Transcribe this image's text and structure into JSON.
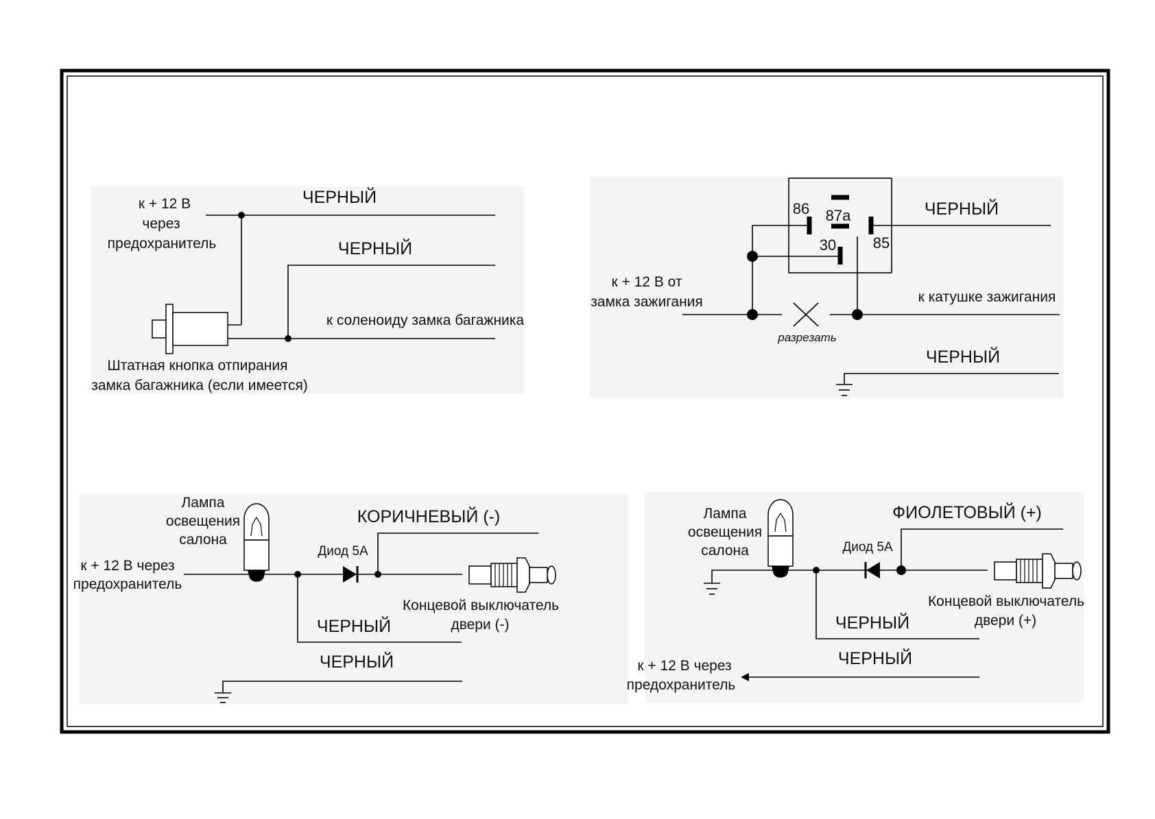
{
  "colors": {
    "border": "#000000",
    "panel": "#f4f4f4",
    "line": "#000000",
    "text": "#111111"
  },
  "icons": [
    "push-button-icon",
    "relay-icon",
    "cut-mark-icon",
    "ground-icon",
    "lamp-icon",
    "diode-icon",
    "door-switch-icon",
    "arrow-icon"
  ],
  "trunk": {
    "supply_lines": [
      "к + 12 В",
      "через",
      "предохранитель"
    ],
    "wire_top": "ЧЕРНЫЙ",
    "wire_mid": "ЧЕРНЫЙ",
    "solenoid": "к соленоиду замка багажника",
    "button_lines": [
      "Штатная кнопка отпирания",
      "замка багажника (если имеется)"
    ]
  },
  "relay": {
    "pins": {
      "p86": "86",
      "p87a": "87a",
      "p30": "30",
      "p85": "85"
    },
    "wire_top": "ЧЕРНЫЙ",
    "ignition_lines": [
      "к + 12 В от",
      "замка зажигания"
    ],
    "coil": "к катушке зажигания",
    "cut": "разрезать",
    "wire_ground": "ЧЕРНЫЙ"
  },
  "door_neg": {
    "lamp_lines": [
      "Лампа",
      "освещения",
      "салона"
    ],
    "supply_lines": [
      "к + 12 В через",
      "предохранитель"
    ],
    "diode": "Диод 5А",
    "wire_brown": "КОРИЧНЕВЫЙ (-)",
    "switch_lines": [
      "Концевой выключатель",
      "двери (-)"
    ],
    "wire_mid": "ЧЕРНЫЙ",
    "wire_ground": "ЧЕРНЫЙ"
  },
  "door_pos": {
    "lamp_lines": [
      "Лампа",
      "освещения",
      "салона"
    ],
    "diode": "Диод 5А",
    "wire_violet": "ФИОЛЕТОВЫЙ (+)",
    "switch_lines": [
      "Концевой выключатель",
      "двери (+)"
    ],
    "wire_mid": "ЧЕРНЫЙ",
    "wire_bottom": "ЧЕРНЫЙ",
    "supply_lines": [
      "к + 12 В через",
      "предохранитель"
    ]
  }
}
